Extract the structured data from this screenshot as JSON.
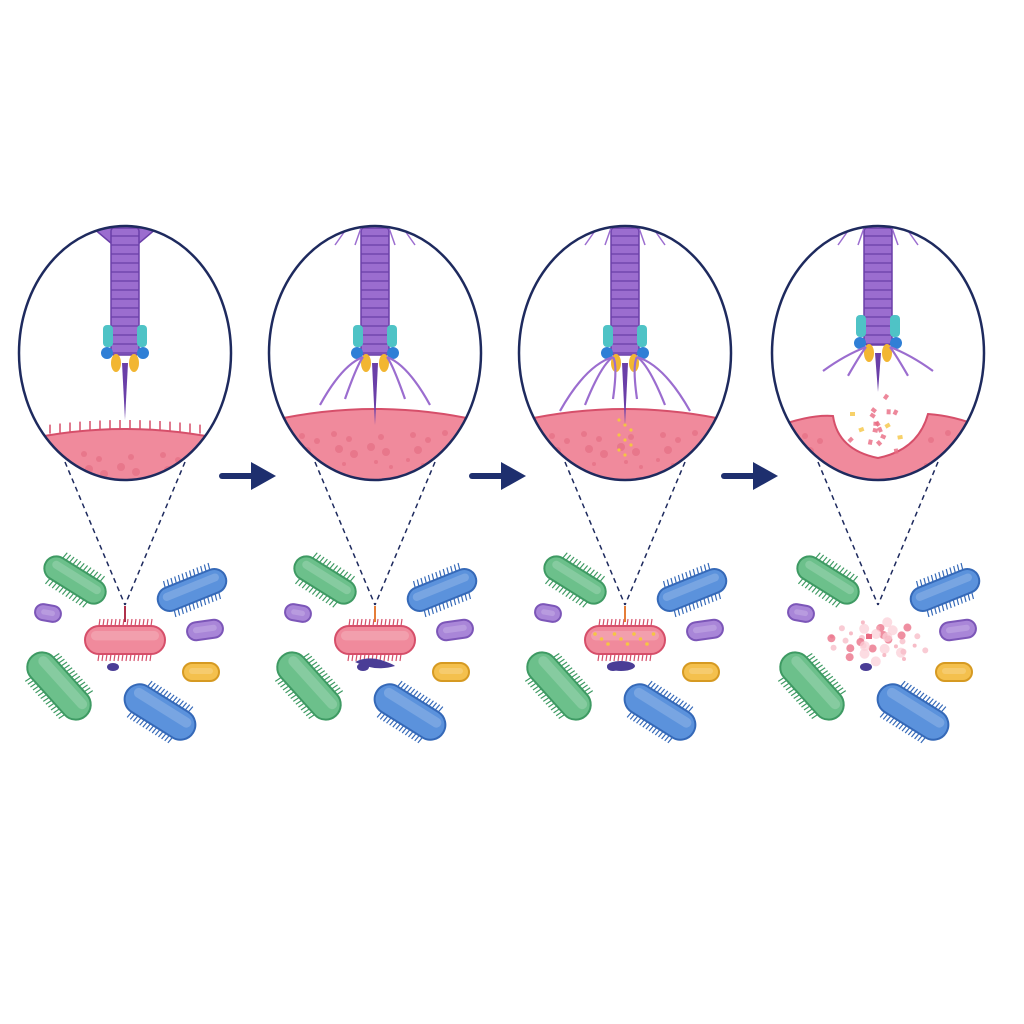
{
  "diagram": {
    "stages": [
      {
        "id": "attachment",
        "fibers": "none",
        "membrane": "intact",
        "spikes": true
      },
      {
        "id": "fiber-binding",
        "fibers": "short",
        "membrane": "contact",
        "spikes": false
      },
      {
        "id": "injection",
        "fibers": "long",
        "membrane": "injected",
        "spikes": false
      },
      {
        "id": "lysis",
        "fibers": "spread",
        "membrane": "ruptured",
        "spikes": false
      }
    ],
    "arrow_count": 3
  },
  "colors": {
    "phage": "#9b6dcf",
    "phage_dark": "#6a3fa8",
    "collar_teal": "#4fc3c6",
    "collar_blue": "#2f7fd6",
    "collar_yellow": "#f2b632",
    "membrane": "#e96a82",
    "membrane_fill": "#f08a9c",
    "arrow": "#1e2f6e",
    "bacterium_green": "#6cc08b",
    "bacterium_blue": "#5b92dc",
    "bacterium_purple": "#a986d8",
    "bacterium_yellow": "#f4c04d",
    "outline": "#1e2a5e"
  }
}
